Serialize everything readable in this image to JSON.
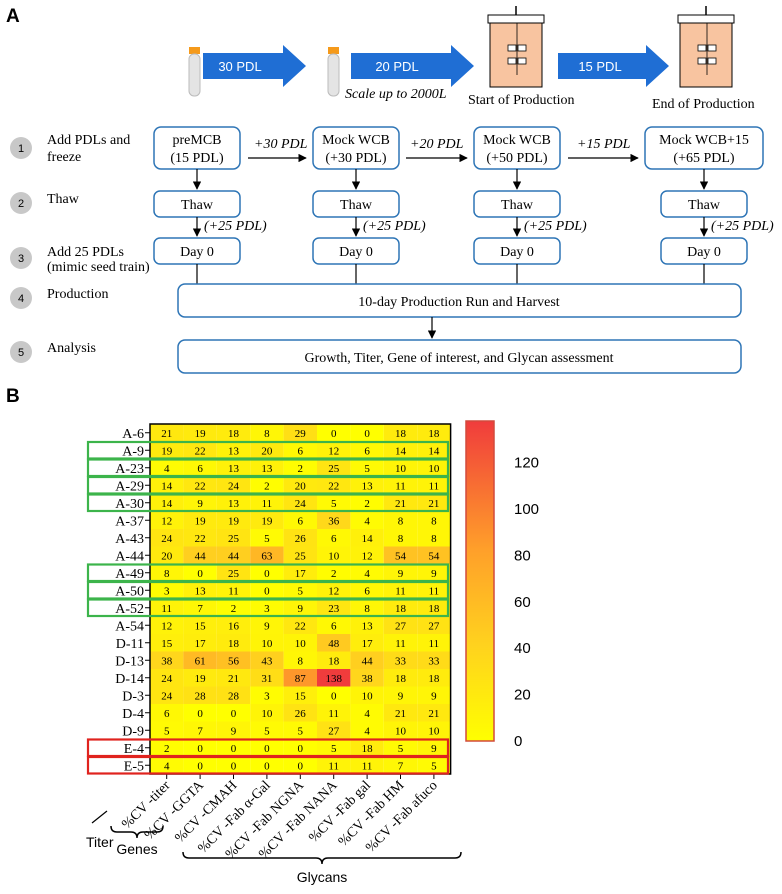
{
  "panel_a": {
    "label": "A",
    "top_flow": {
      "arrow1": "30 PDL",
      "arrow2": "20 PDL",
      "arrow3": "15 PDL",
      "scale_up": "Scale up to 2000L",
      "start": "Start of Production",
      "end": "End of Production"
    },
    "steps": [
      {
        "num": "1",
        "label_line1": "Add PDLs and",
        "label_line2": "freeze"
      },
      {
        "num": "2",
        "label_line1": "Thaw",
        "label_line2": ""
      },
      {
        "num": "3",
        "label_line1": "Add 25 PDLs",
        "label_line2": "(mimic seed train)"
      },
      {
        "num": "4",
        "label_line1": "Production",
        "label_line2": ""
      },
      {
        "num": "5",
        "label_line1": "Analysis",
        "label_line2": ""
      }
    ],
    "freeze_boxes": [
      {
        "line1": "preMCB",
        "line2": "(15 PDL)"
      },
      {
        "line1": "Mock WCB",
        "line2": "(+30 PDL)"
      },
      {
        "line1": "Mock WCB",
        "line2": "(+50 PDL)"
      },
      {
        "line1": "Mock WCB+15",
        "line2": "(+65 PDL)"
      }
    ],
    "between_labels": [
      "+30 PDL",
      "+20 PDL",
      "+15 PDL"
    ],
    "thaw_label": "Thaw",
    "plus25": "(+25 PDL)",
    "day0": "Day 0",
    "production": "10-day Production Run and Harvest",
    "analysis": "Growth, Titer, Gene of interest, and Glycan assessment"
  },
  "panel_b": {
    "label": "B",
    "group_labels": {
      "titer": "Titer",
      "genes": "Genes",
      "glycans": "Glycans"
    }
  },
  "chart_data": {
    "type": "heatmap",
    "rows": [
      "A-6",
      "A-9",
      "A-23",
      "A-29",
      "A-30",
      "A-37",
      "A-43",
      "A-44",
      "A-49",
      "A-50",
      "A-52",
      "A-54",
      "D-11",
      "D-13",
      "D-14",
      "D-3",
      "D-4",
      "D-9",
      "E-4",
      "E-5"
    ],
    "columns": [
      "%CV -titer",
      "%CV -GGTA",
      "%CV -CMAH",
      "%CV -Fab α-Gal",
      "%CV -Fab NGNA",
      "%CV -Fab NANA",
      "%CV -Fab gal",
      "%CV -Fab HM",
      "%CV -Fab afuco"
    ],
    "values": [
      [
        21,
        19,
        18,
        8,
        29,
        0,
        0,
        18,
        18
      ],
      [
        19,
        22,
        13,
        20,
        6,
        12,
        6,
        14,
        14
      ],
      [
        4,
        6,
        13,
        13,
        2,
        25,
        5,
        10,
        10
      ],
      [
        14,
        22,
        24,
        2,
        20,
        22,
        13,
        11,
        11
      ],
      [
        14,
        9,
        13,
        11,
        24,
        5,
        2,
        21,
        21
      ],
      [
        12,
        19,
        19,
        19,
        6,
        36,
        4,
        8,
        8
      ],
      [
        24,
        22,
        25,
        5,
        26,
        6,
        14,
        8,
        8
      ],
      [
        20,
        44,
        44,
        63,
        25,
        10,
        12,
        54,
        54
      ],
      [
        8,
        0,
        25,
        0,
        17,
        2,
        4,
        9,
        9
      ],
      [
        3,
        13,
        11,
        0,
        5,
        12,
        6,
        11,
        11
      ],
      [
        11,
        7,
        2,
        3,
        9,
        23,
        8,
        18,
        18
      ],
      [
        12,
        15,
        16,
        9,
        22,
        6,
        13,
        27,
        27
      ],
      [
        15,
        17,
        18,
        10,
        10,
        48,
        17,
        11,
        11
      ],
      [
        38,
        61,
        56,
        43,
        8,
        18,
        44,
        33,
        33
      ],
      [
        24,
        19,
        21,
        31,
        87,
        138,
        38,
        18,
        18
      ],
      [
        24,
        28,
        28,
        3,
        15,
        0,
        10,
        9,
        9
      ],
      [
        6,
        0,
        0,
        10,
        26,
        11,
        4,
        21,
        21
      ],
      [
        5,
        7,
        9,
        5,
        5,
        27,
        4,
        10,
        10
      ],
      [
        2,
        0,
        0,
        0,
        0,
        5,
        18,
        5,
        9
      ],
      [
        4,
        0,
        0,
        0,
        0,
        11,
        11,
        7,
        5
      ]
    ],
    "highlight_green": [
      "A-9",
      "A-23",
      "A-29",
      "A-30",
      "A-49",
      "A-50",
      "A-52"
    ],
    "highlight_red": [
      "E-4",
      "E-5"
    ],
    "colorbar": {
      "min": 0,
      "max": 138,
      "ticks": [
        0,
        20,
        40,
        60,
        80,
        100,
        120
      ],
      "low_color": "#ffff00",
      "high_color": "#f03c3c"
    }
  }
}
